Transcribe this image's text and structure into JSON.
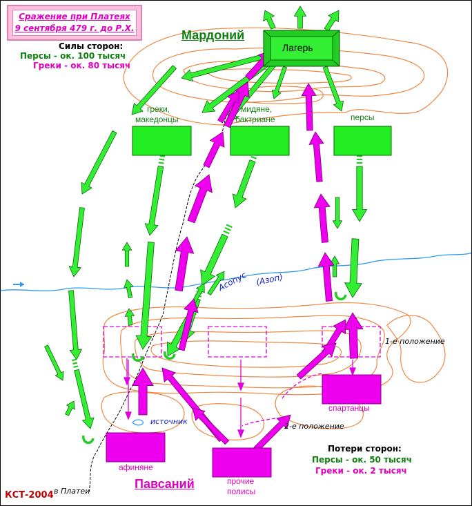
{
  "title": {
    "line1": "Сражение при Платеях",
    "line2": "9 сентября 479 г. до Р.Х."
  },
  "forces": {
    "heading": "Силы сторон:",
    "persians": "Персы - ок. 100 тысяч",
    "greeks": "Греки - ок. 80 тысяч"
  },
  "losses": {
    "heading": "Потери сторон:",
    "persians": "Персы - ок. 50 тысяч",
    "greeks": "Греки - ок. 2 тысяч"
  },
  "commanders": {
    "persian": "Мардоний",
    "greek": "Павсаний"
  },
  "camp": "Лагерь",
  "persian_units": {
    "greeks_macedonians": [
      "греки,",
      "македонцы"
    ],
    "medes_bactrians": [
      "мидяне,",
      "бактриане"
    ],
    "persians": "персы"
  },
  "greek_units": {
    "athenians": "афиняне",
    "spartans": "спартанцы",
    "other_poleis": [
      "прочие",
      "полисы"
    ]
  },
  "positions": {
    "first": "1-е положение",
    "second": "2-е положение"
  },
  "river": {
    "name": "Асопус",
    "alt_name": "(Азоп)"
  },
  "spring": "источник",
  "road_to": "в Платеи",
  "credit": "КСТ-2004",
  "colors": {
    "persian_green": "#22dd22",
    "greek_magenta": "#ee00ee",
    "contour_orange": "#ee8844",
    "river_blue": "#3399ee",
    "persian_text": "#108010",
    "greek_text": "#e000c0"
  }
}
